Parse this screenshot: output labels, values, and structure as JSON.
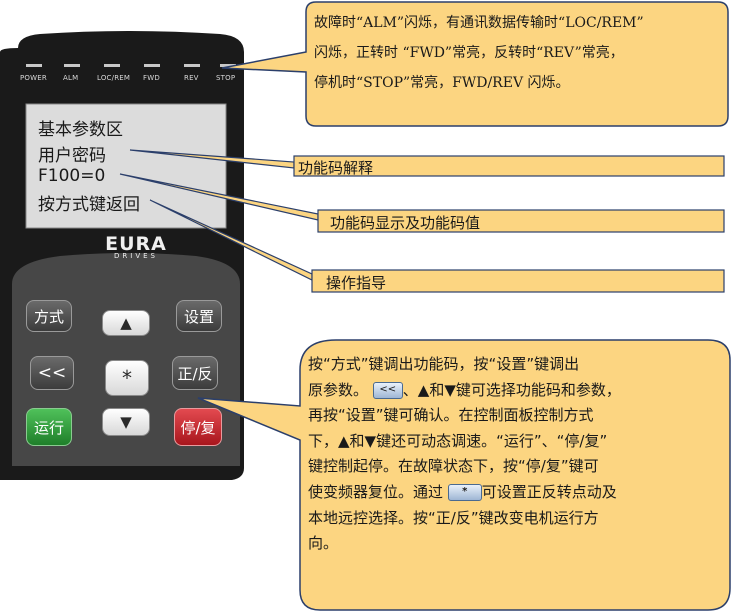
{
  "leds": [
    "POWER",
    "ALM",
    "LOC/REM",
    "FWD",
    "REV",
    "STOP"
  ],
  "lcd": {
    "line1": "基本参数区",
    "line2": "用户密码",
    "line3": "F100=0",
    "line4": "按方式键返回"
  },
  "brand": {
    "logo": "EURA",
    "sub": "DRIVES"
  },
  "keys": {
    "mode": "方式",
    "set": "设置",
    "up": "▲",
    "shift": "<<",
    "star": "*",
    "fwd_rev": "正/反",
    "run": "运行",
    "down": "▼",
    "stop_reset": "停/复"
  },
  "callouts": {
    "led_desc_lines": [
      "故障时“ALM”闪烁，有通讯数据传输时“LOC/REM”",
      "闪烁，正转时 “FWD”常亮，反转时“REV”常亮，",
      "停机时“STOP”常亮，FWD/REV 闪烁。"
    ],
    "function_code_explain": "功能码解释",
    "function_code_value": "功能码显示及功能码值",
    "operation_guide": "操作指导",
    "keys_desc_lines": [
      "按“方式”键调出功能码，按“设置”键调出",
      "原参数。",
      "、▲和▼键可选择功能码和参数，",
      "再按“设置”键可确认。在控制面板控制方式",
      "下，▲和▼键还可动态调速。“运行”、“停/复”",
      "键控制起停。在故障状态下，按“停/复”键可",
      "使变频器复位。通过",
      "可设置正反转点动及",
      "本地远控选择。按“正/反”键改变电机运行方",
      "向。"
    ],
    "inline_key_shift": "<<",
    "inline_key_star": "*"
  },
  "colors": {
    "callout_fill": "#fcd581",
    "callout_stroke": "#2b3f6b",
    "device_body": "#1a1a1a",
    "lcd": "#dcdcdc",
    "run_key": "#2e9e3a",
    "stop_key": "#c9222b"
  }
}
